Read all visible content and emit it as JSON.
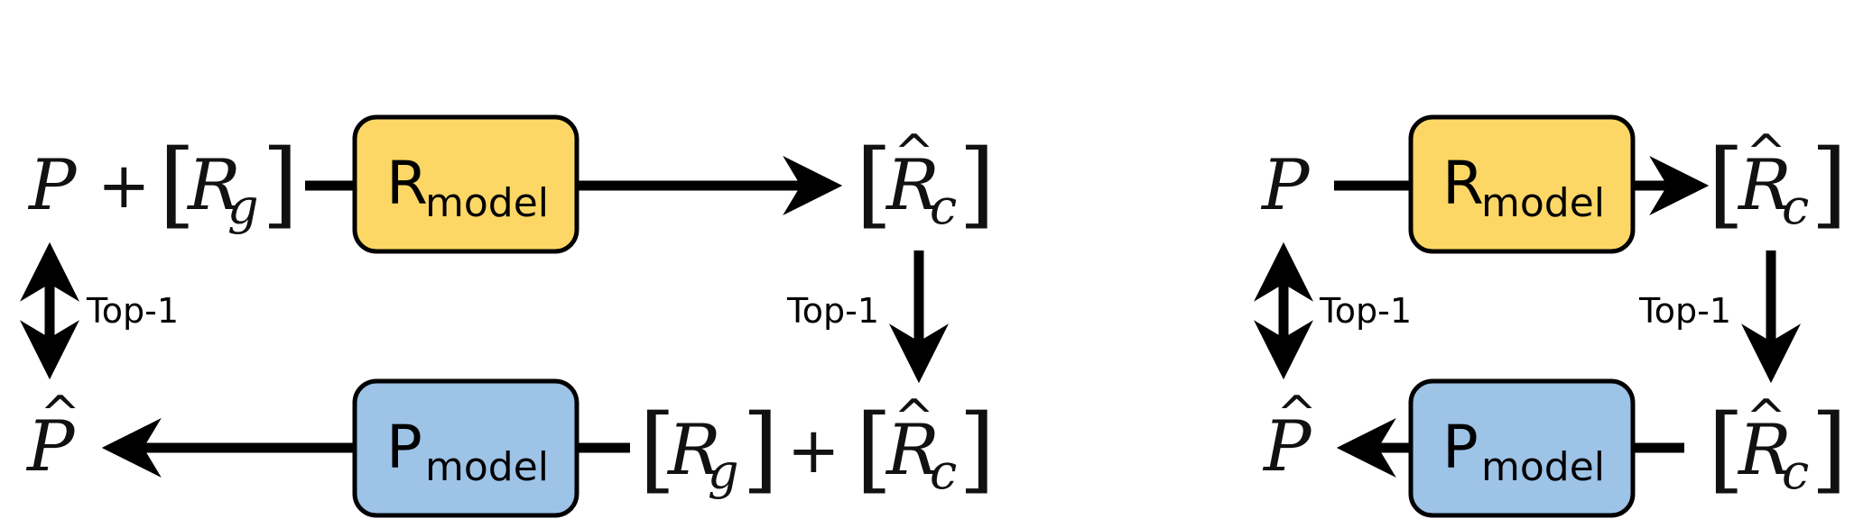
{
  "colors": {
    "rmodel_fill": "#fcd765",
    "pmodel_fill": "#9dc3e6",
    "stroke": "#000000"
  },
  "left": {
    "input_P": "P",
    "plus1": "+",
    "Rg_sym": "R",
    "Rg_sub": "g",
    "rmodel_main": "R",
    "rmodel_sub": "model",
    "Rc_sym": "R",
    "Rc_sub": "c",
    "hat": "^",
    "top1_right": "Top-1",
    "top1_left": "Top-1",
    "pmodel_main": "P",
    "pmodel_sub": "model",
    "out_P": "P",
    "plus2": "+",
    "Rg2_sym": "R",
    "Rg2_sub": "g",
    "Rc2_sym": "R",
    "Rc2_sub": "c"
  },
  "right": {
    "input_P": "P",
    "rmodel_main": "R",
    "rmodel_sub": "model",
    "Rc_sym": "R",
    "Rc_sub": "c",
    "hat": "^",
    "top1_right": "Top-1",
    "top1_left": "Top-1",
    "pmodel_main": "P",
    "pmodel_sub": "model",
    "out_P": "P",
    "Rc2_sym": "R",
    "Rc2_sub": "c"
  }
}
